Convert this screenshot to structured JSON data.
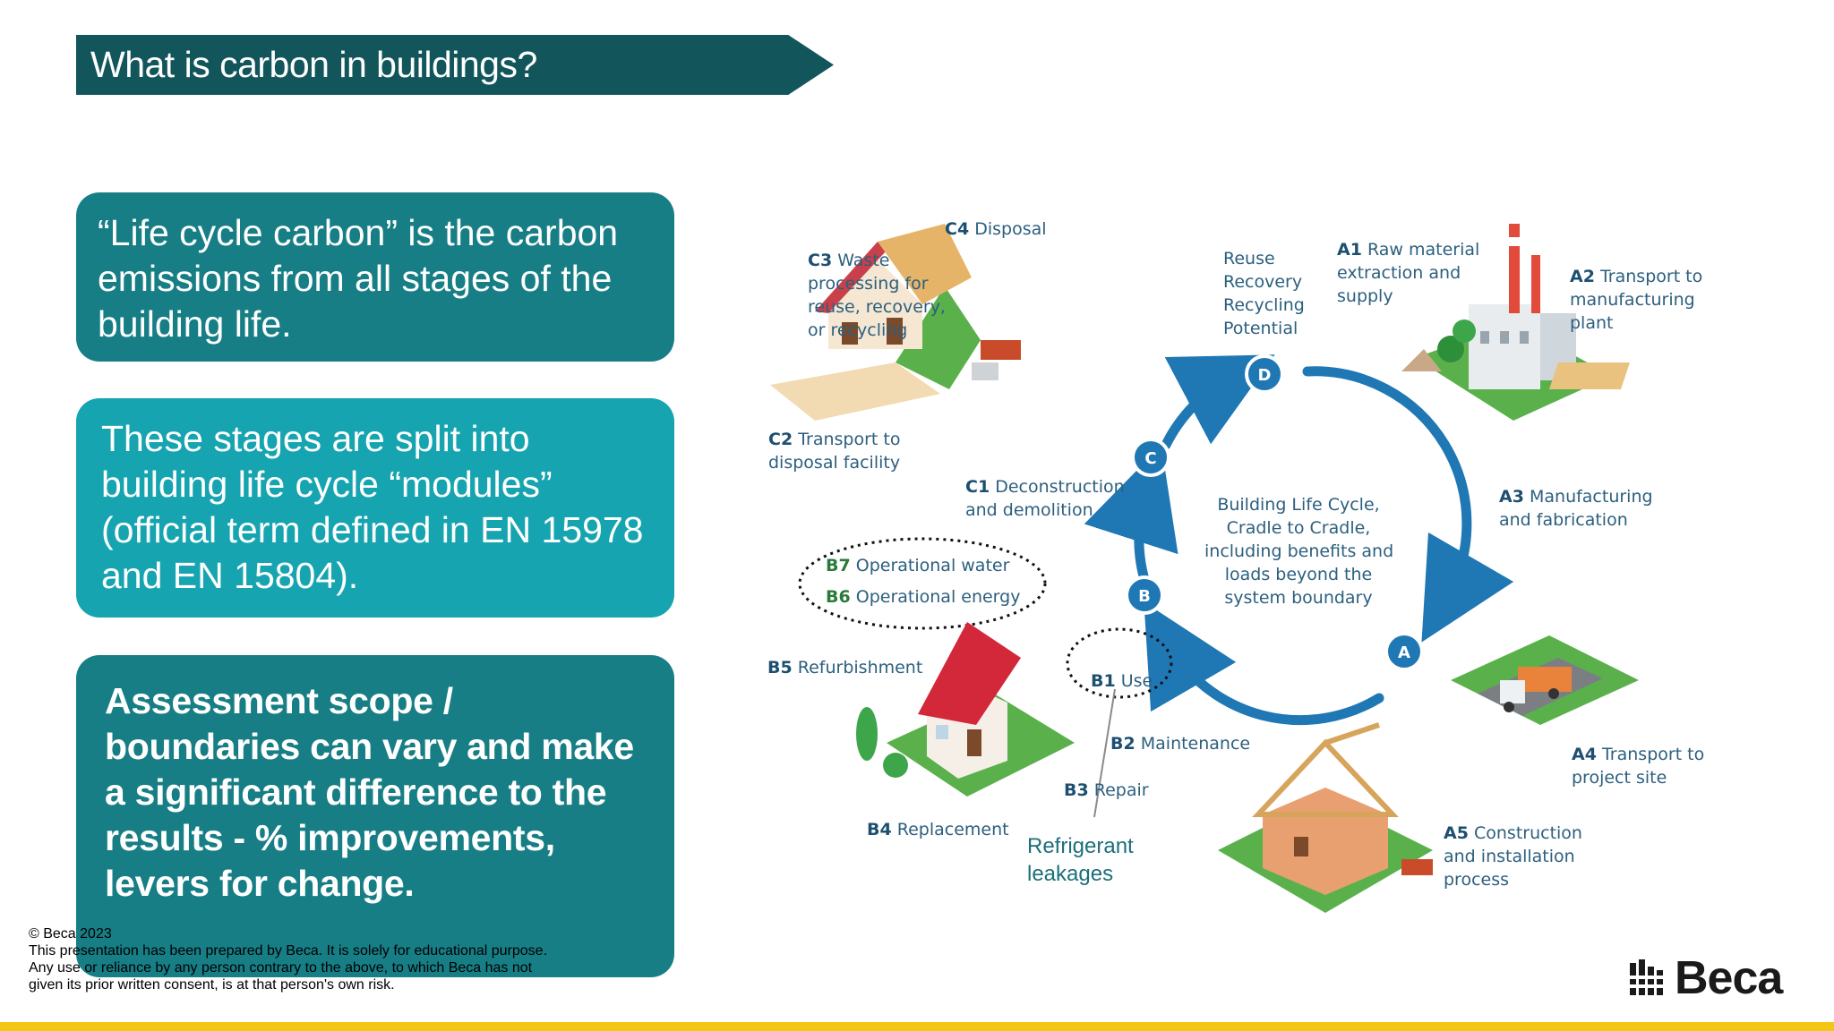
{
  "slide": {
    "title": "What is carbon in buildings?",
    "box1": "“Life cycle carbon” is the carbon emissions from all stages of the building life.",
    "box2": "These stages are split into building life cycle “modules” (official term defined in EN 15978 and EN 15804).",
    "box3": "Assessment scope / boundaries can vary and make a significant difference to the results - % improvements, levers for change."
  },
  "footer": {
    "line1": "© Beca 2023",
    "line2": "This presentation has been prepared by Beca. It is solely for  educational purpose.",
    "line3": "Any use or reliance by any person contrary to the above, to which Beca has not",
    "line4": "given its prior written consent, is at that person's own risk."
  },
  "logo": {
    "text": "Beca"
  },
  "diagram": {
    "center": [
      "Building Life Cycle,",
      "Cradle to Cradle,",
      "including benefits and",
      "loads beyond the",
      "system boundary"
    ],
    "nodes": {
      "a": "A",
      "b": "B",
      "c": "C",
      "d": "D"
    },
    "c4": {
      "code": "C4",
      "text": "Disposal"
    },
    "c3": {
      "code": "C3",
      "text1": "Waste",
      "text2": "processing for",
      "text3": "reuse, recovery,",
      "text4": "or recycling"
    },
    "c2": {
      "code": "C2",
      "text1": "Transport to",
      "text2": "disposal facility"
    },
    "c1": {
      "code": "C1",
      "text1": "Deconstruction",
      "text2": "and demolition"
    },
    "d": [
      "Reuse",
      "Recovery",
      "Recycling",
      "Potential"
    ],
    "a1": {
      "code": "A1",
      "text1": "Raw material",
      "text2": "extraction and",
      "text3": "supply"
    },
    "a2": {
      "code": "A2",
      "text1": "Transport to",
      "text2": "manufacturing",
      "text3": "plant"
    },
    "a3": {
      "code": "A3",
      "text1": "Manufacturing",
      "text2": "and fabrication"
    },
    "a4": {
      "code": "A4",
      "text1": "Transport to",
      "text2": "project site"
    },
    "a5": {
      "code": "A5",
      "text1": "Construction",
      "text2": "and installation",
      "text3": "process"
    },
    "b7": {
      "code": "B7",
      "text": "Operational water"
    },
    "b6": {
      "code": "B6",
      "text": "Operational energy"
    },
    "b5": {
      "code": "B5",
      "text": "Refurbishment"
    },
    "b1": {
      "code": "B1",
      "text": "Use"
    },
    "b2": {
      "code": "B2",
      "text": "Maintenance"
    },
    "b3": {
      "code": "B3",
      "text": "Repair"
    },
    "b4": {
      "code": "B4",
      "text": "Replacement"
    },
    "refrigerant": {
      "line1": "Refrigerant",
      "line2": "leakages"
    }
  },
  "colors": {
    "banner": "#12565c",
    "box_dark": "#177e85",
    "box_light": "#16a4b0",
    "cycle": "#1f78b4",
    "yellow_bar": "#f3c614"
  }
}
